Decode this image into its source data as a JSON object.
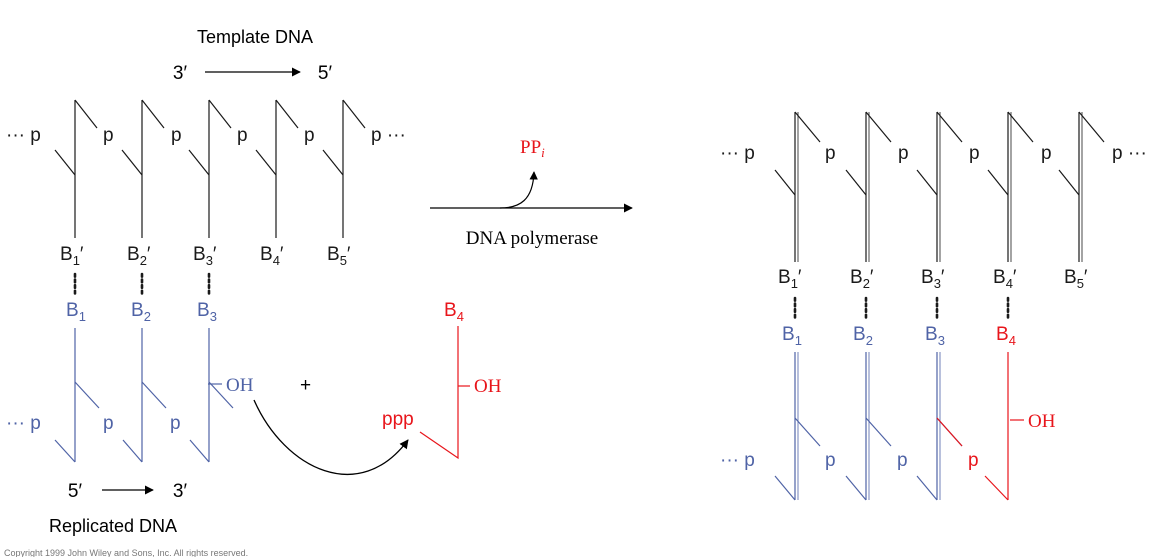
{
  "colors": {
    "template": "#1a1a1a",
    "primer": "#4f63a6",
    "incoming": "#e8151b",
    "arrow": "#000000"
  },
  "icons": {
    "reaction_arrow": "right-arrow-icon",
    "pp_release": "curved-up-arrow-icon",
    "attack": "curved-attack-arrow-icon"
  },
  "left": {
    "template_title": "Template DNA",
    "template_dir_start": "3′",
    "template_dir_end": "5′",
    "template_p_left": "··· p",
    "template_p_right": "p ···",
    "template_p": "p",
    "template_bases": [
      {
        "letter": "B",
        "sub": "1",
        "prime": "′"
      },
      {
        "letter": "B",
        "sub": "2",
        "prime": "′"
      },
      {
        "letter": "B",
        "sub": "3",
        "prime": "′"
      },
      {
        "letter": "B",
        "sub": "4",
        "prime": "′"
      },
      {
        "letter": "B",
        "sub": "5",
        "prime": "′"
      }
    ],
    "primer_bases": [
      {
        "letter": "B",
        "sub": "1"
      },
      {
        "letter": "B",
        "sub": "2"
      },
      {
        "letter": "B",
        "sub": "3"
      }
    ],
    "primer_p_left": "··· p",
    "primer_p": "p",
    "primer_oh": "OH",
    "plus": "+",
    "incoming_base": {
      "letter": "B",
      "sub": "4"
    },
    "incoming_ppp": "ppp",
    "incoming_oh": "OH",
    "replicated_dir_start": "5′",
    "replicated_dir_end": "3′",
    "replicated_title": "Replicated DNA"
  },
  "reaction": {
    "byproduct_main": "PP",
    "byproduct_sub": "i",
    "enzyme": "DNA polymerase"
  },
  "right": {
    "template_p_left": "··· p",
    "template_p_right": "p ···",
    "template_p": "p",
    "template_bases": [
      {
        "letter": "B",
        "sub": "1",
        "prime": "′"
      },
      {
        "letter": "B",
        "sub": "2",
        "prime": "′"
      },
      {
        "letter": "B",
        "sub": "3",
        "prime": "′"
      },
      {
        "letter": "B",
        "sub": "4",
        "prime": "′"
      },
      {
        "letter": "B",
        "sub": "5",
        "prime": "′"
      }
    ],
    "product_bases": [
      {
        "letter": "B",
        "sub": "1"
      },
      {
        "letter": "B",
        "sub": "2"
      },
      {
        "letter": "B",
        "sub": "3"
      },
      {
        "letter": "B",
        "sub": "4"
      }
    ],
    "product_p_left": "··· p",
    "product_p": "p",
    "product_oh": "OH"
  },
  "copyright": "Copyright 1999 John Wiley and Sons, Inc. All rights reserved."
}
